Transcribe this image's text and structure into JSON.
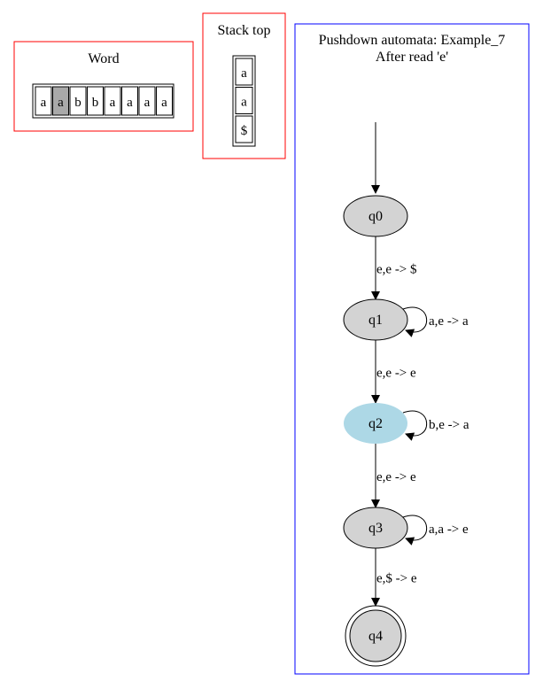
{
  "word": {
    "title": "Word",
    "symbols": [
      "a",
      "a",
      "b",
      "b",
      "a",
      "a",
      "a",
      "a"
    ],
    "current_index": 1
  },
  "stack": {
    "title": "Stack top",
    "symbols": [
      "a",
      "a",
      "$"
    ]
  },
  "automaton": {
    "title": "Pushdown automata: Example_7",
    "subtitle": "After read 'e'",
    "states": [
      {
        "id": "q0",
        "label": "q0",
        "accepting": false,
        "active": false
      },
      {
        "id": "q1",
        "label": "q1",
        "accepting": false,
        "active": false
      },
      {
        "id": "q2",
        "label": "q2",
        "accepting": false,
        "active": true
      },
      {
        "id": "q3",
        "label": "q3",
        "accepting": false,
        "active": false
      },
      {
        "id": "q4",
        "label": "q4",
        "accepting": true,
        "active": false
      }
    ],
    "transitions": [
      {
        "from": "q0",
        "to": "q1",
        "label": "e,e -> $"
      },
      {
        "from": "q1",
        "to": "q1",
        "label": "a,e -> a"
      },
      {
        "from": "q1",
        "to": "q2",
        "label": "e,e -> e"
      },
      {
        "from": "q2",
        "to": "q2",
        "label": "b,e -> a"
      },
      {
        "from": "q2",
        "to": "q3",
        "label": "e,e -> e"
      },
      {
        "from": "q3",
        "to": "q3",
        "label": "a,a -> e"
      },
      {
        "from": "q3",
        "to": "q4",
        "label": "e,$ -> e"
      }
    ]
  },
  "colors": {
    "word_frame": "#ff0000",
    "stack_frame": "#ff0000",
    "automaton_frame": "#0000ff",
    "state_fill": "#d3d3d3",
    "active_state_fill": "#add8e6",
    "current_symbol_fill": "#a9a9a9"
  }
}
